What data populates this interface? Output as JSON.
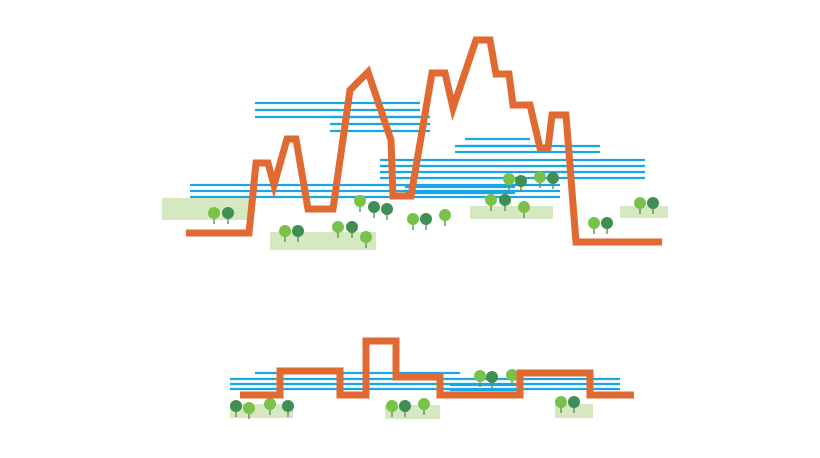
{
  "colors": {
    "background": "#ffffff",
    "outline": "#e06a32",
    "water_stripe": "#1aa6e4",
    "ground_patch": "#d6e8bf",
    "tree_light": "#78c24a",
    "tree_dark": "#3f8f55",
    "tree_trunk": "#6a8a5a"
  },
  "diagram": {
    "panels": [
      {
        "name": "tall-skyline-panel",
        "description_key": "top"
      },
      {
        "name": "flat-skyline-panel",
        "description_key": "bottom"
      }
    ],
    "icons": [
      "tree-icon",
      "water-stripes",
      "ground-patch"
    ]
  }
}
